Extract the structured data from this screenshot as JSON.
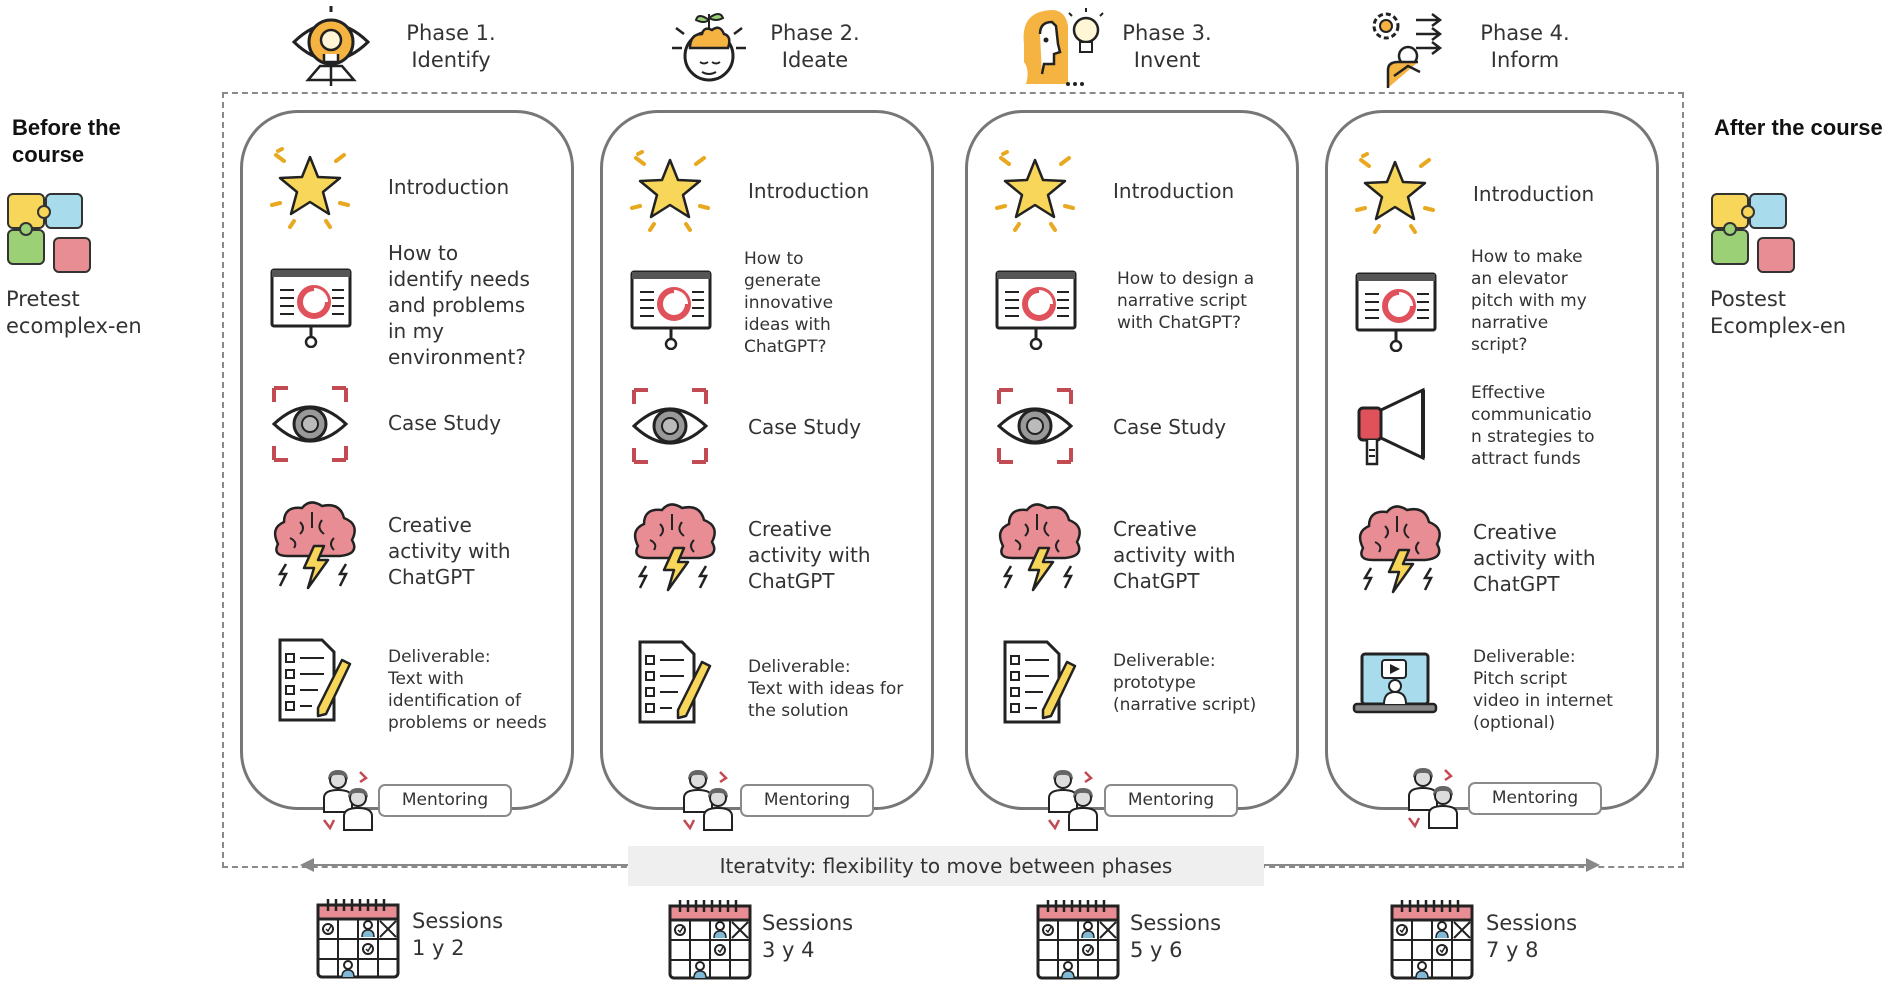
{
  "before": {
    "title_line1": "Before the",
    "title_line2": "course",
    "label_line1": "Pretest",
    "label_line2": "ecomplex-en"
  },
  "after": {
    "title": "After the course",
    "label_line1": "Postest",
    "label_line2": "Ecomplex-en"
  },
  "phases": [
    {
      "line1": "Phase 1.",
      "line2": "Identify",
      "icon": "idea-eye-icon",
      "items": [
        {
          "icon": "star-icon",
          "text": "Introduction"
        },
        {
          "icon": "presentation-icon",
          "lines": [
            "How to",
            "identify needs",
            "and problems",
            "in my",
            "environment?"
          ]
        },
        {
          "icon": "eye-focus-icon",
          "text": "Case Study"
        },
        {
          "icon": "brain-storm-icon",
          "lines": [
            "Creative",
            "activity with",
            "ChatGPT"
          ]
        },
        {
          "icon": "checklist-icon",
          "lines": [
            "Deliverable:",
            "Text with",
            "identification of",
            "problems or needs"
          ]
        }
      ],
      "mentoring": "Mentoring",
      "sessions_line1": "Sessions",
      "sessions_line2": "1 y 2"
    },
    {
      "line1": "Phase 2.",
      "line2": "Ideate",
      "icon": "mind-plant-icon",
      "items": [
        {
          "icon": "star-icon",
          "text": "Introduction"
        },
        {
          "icon": "presentation-icon",
          "lines": [
            "How to",
            "generate",
            "innovative",
            "ideas with",
            "ChatGPT?"
          ]
        },
        {
          "icon": "eye-focus-icon",
          "text": "Case Study"
        },
        {
          "icon": "brain-storm-icon",
          "lines": [
            "Creative",
            "activity with",
            "ChatGPT"
          ]
        },
        {
          "icon": "checklist-icon",
          "lines": [
            "Deliverable:",
            "Text with ideas for",
            "the solution"
          ]
        }
      ],
      "mentoring": "Mentoring",
      "sessions_line1": "Sessions",
      "sessions_line2": "3 y 4"
    },
    {
      "line1": "Phase 3.",
      "line2": "Invent",
      "icon": "thinking-head-icon",
      "items": [
        {
          "icon": "star-icon",
          "text": "Introduction"
        },
        {
          "icon": "presentation-icon",
          "lines": [
            "How to design a",
            "narrative script",
            "with ChatGPT?"
          ]
        },
        {
          "icon": "eye-focus-icon",
          "text": "Case Study"
        },
        {
          "icon": "brain-storm-icon",
          "lines": [
            "Creative",
            "activity with",
            "ChatGPT"
          ]
        },
        {
          "icon": "checklist-icon",
          "lines": [
            "Deliverable:",
            "prototype",
            "(narrative script)"
          ]
        }
      ],
      "mentoring": "Mentoring",
      "sessions_line1": "Sessions",
      "sessions_line2": "5 y 6"
    },
    {
      "line1": "Phase 4.",
      "line2": "Inform",
      "icon": "gear-person-icon",
      "items": [
        {
          "icon": "star-icon",
          "text": "Introduction"
        },
        {
          "icon": "presentation-icon",
          "lines": [
            "How to make",
            "an elevator",
            "pitch with my",
            "narrative",
            "script?"
          ]
        },
        {
          "icon": "megaphone-icon",
          "lines": [
            "Effective",
            "communicatio",
            "n strategies to",
            "attract funds"
          ]
        },
        {
          "icon": "brain-storm-icon",
          "lines": [
            "Creative",
            "activity with",
            "ChatGPT"
          ]
        },
        {
          "icon": "video-laptop-icon",
          "lines": [
            "Deliverable:",
            "Pitch script",
            "video in internet",
            "(optional)"
          ]
        }
      ],
      "mentoring": "Mentoring",
      "sessions_line1": "Sessions",
      "sessions_line2": "7 y 8"
    }
  ],
  "iterativity": "Iteratvity: flexibility to move between phases",
  "colors": {
    "border": "#777777",
    "dashed": "#8a8a8a",
    "yellow": "#f7c948",
    "red": "#e0525b",
    "pink": "#e98d95",
    "blue": "#a8dcec",
    "green": "#9bd077"
  }
}
